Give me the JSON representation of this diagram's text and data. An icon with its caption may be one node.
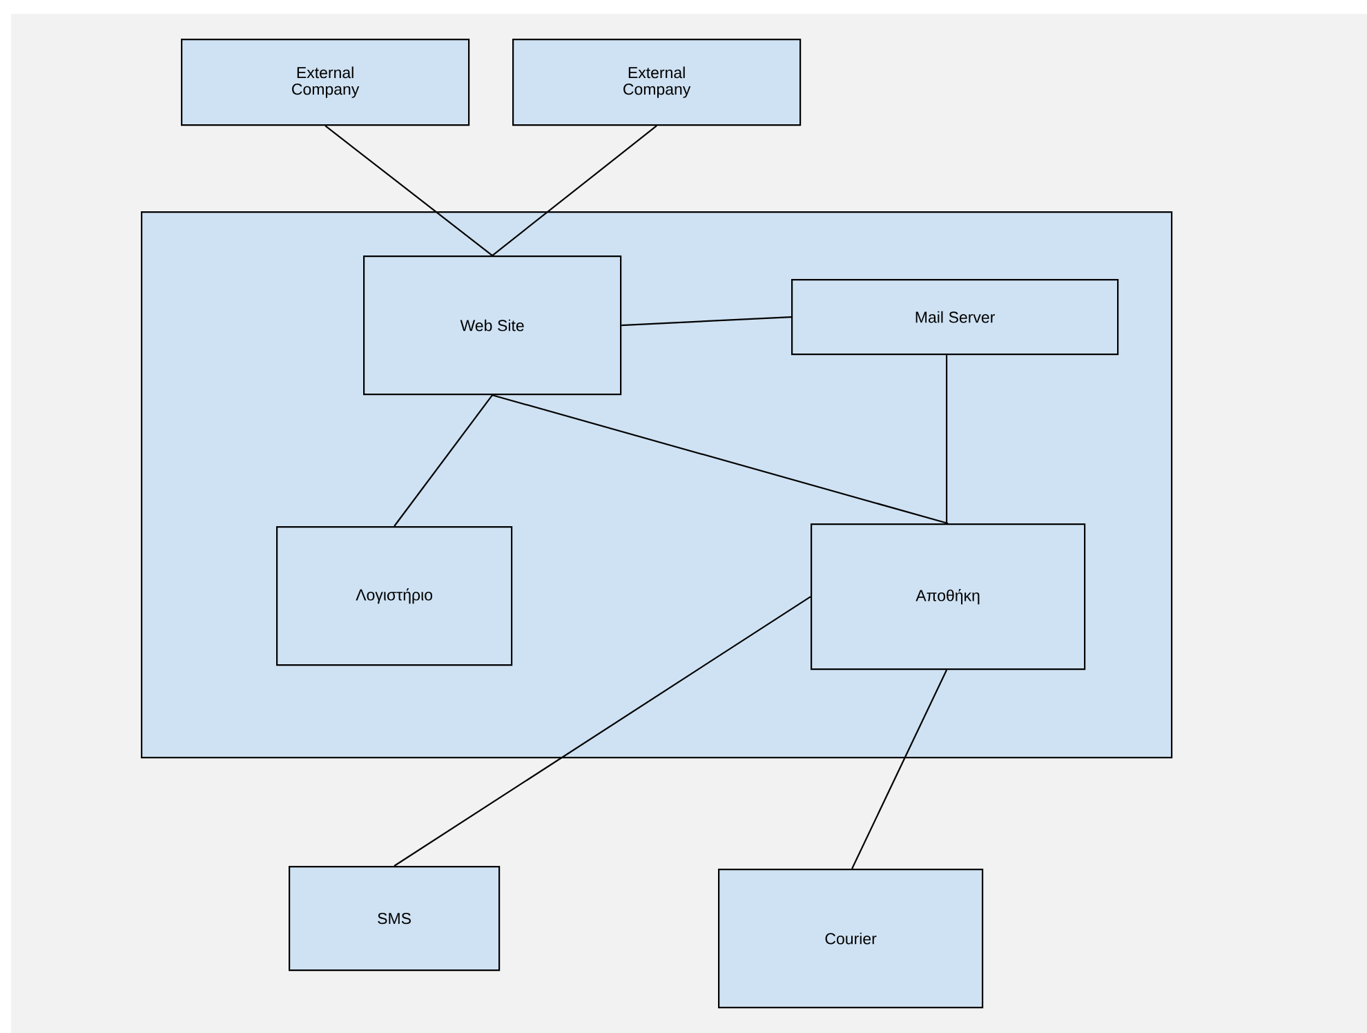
{
  "diagram": {
    "nodes": [
      {
        "text": [
          "External Company"
        ]
      },
      {
        "text": [
          "External Company"
        ]
      },
      {
        "text": [],
        "shape": "box"
      },
      {
        "text": [
          "Web Site"
        ],
        "in": 2
      },
      {
        "text": [
          "Mail Server"
        ],
        "in": 2
      },
      {
        "text": [
          "Λογιστήριο"
        ],
        "in": 2
      },
      {
        "text": [
          "Αποθήκη"
        ],
        "in": 2
      },
      {
        "text": [
          "SMS"
        ]
      },
      {
        "text": [
          "Courier"
        ]
      }
    ],
    "edges": [
      {
        "from": 0,
        "to": 3,
        "arrow": "none"
      },
      {
        "from": 1,
        "to": 3,
        "arrow": "none"
      },
      {
        "from": 3,
        "to": 4,
        "arrow": "none"
      },
      {
        "from": 3,
        "to": 5,
        "arrow": "none"
      },
      {
        "from": 3,
        "to": 6,
        "arrow": "none"
      },
      {
        "from": 4,
        "to": 6,
        "arrow": "none"
      },
      {
        "from": 6,
        "to": 7,
        "arrow": "none"
      },
      {
        "from": 6,
        "to": 8,
        "arrow": "none"
      }
    ]
  }
}
